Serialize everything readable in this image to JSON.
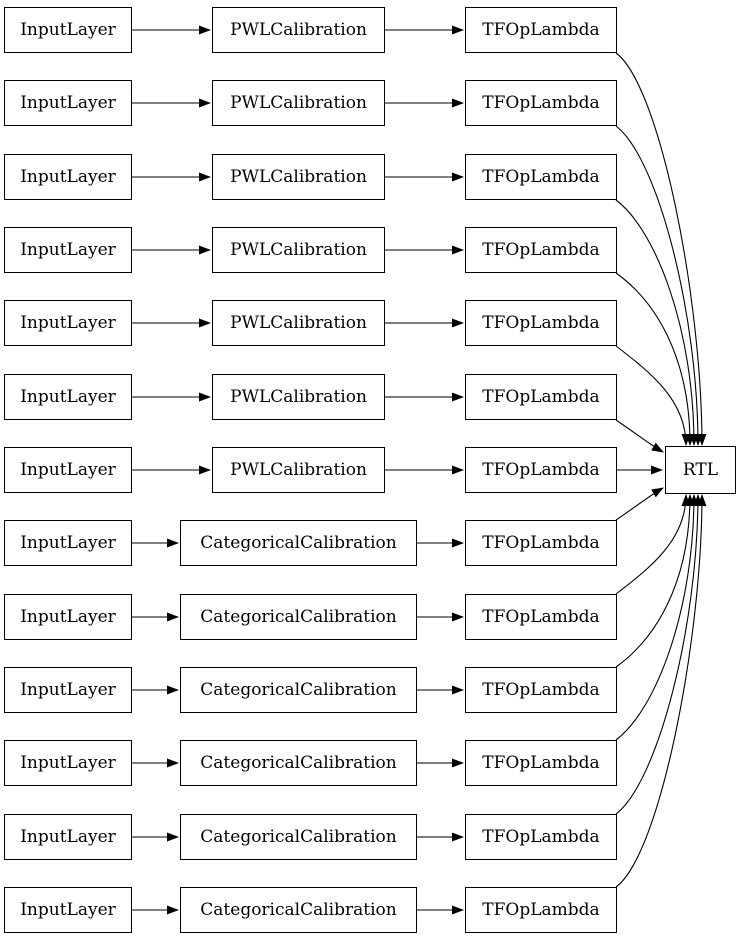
{
  "diagram": {
    "background": "#ffffff",
    "stroke_color": "#000000",
    "text_color": "#000000",
    "rtl": {
      "label": "RTL"
    },
    "rows": [
      {
        "input": "InputLayer",
        "calib": "PWLCalibration",
        "lambda": "TFOpLambda"
      },
      {
        "input": "InputLayer",
        "calib": "PWLCalibration",
        "lambda": "TFOpLambda"
      },
      {
        "input": "InputLayer",
        "calib": "PWLCalibration",
        "lambda": "TFOpLambda"
      },
      {
        "input": "InputLayer",
        "calib": "PWLCalibration",
        "lambda": "TFOpLambda"
      },
      {
        "input": "InputLayer",
        "calib": "PWLCalibration",
        "lambda": "TFOpLambda"
      },
      {
        "input": "InputLayer",
        "calib": "PWLCalibration",
        "lambda": "TFOpLambda"
      },
      {
        "input": "InputLayer",
        "calib": "PWLCalibration",
        "lambda": "TFOpLambda"
      },
      {
        "input": "InputLayer",
        "calib": "CategoricalCalibration",
        "lambda": "TFOpLambda"
      },
      {
        "input": "InputLayer",
        "calib": "CategoricalCalibration",
        "lambda": "TFOpLambda"
      },
      {
        "input": "InputLayer",
        "calib": "CategoricalCalibration",
        "lambda": "TFOpLambda"
      },
      {
        "input": "InputLayer",
        "calib": "CategoricalCalibration",
        "lambda": "TFOpLambda"
      },
      {
        "input": "InputLayer",
        "calib": "CategoricalCalibration",
        "lambda": "TFOpLambda"
      },
      {
        "input": "InputLayer",
        "calib": "CategoricalCalibration",
        "lambda": "TFOpLambda"
      }
    ],
    "edges": [
      [
        "input-0",
        "calib-0"
      ],
      [
        "calib-0",
        "lambda-0"
      ],
      [
        "lambda-0",
        "rtl"
      ],
      [
        "input-1",
        "calib-1"
      ],
      [
        "calib-1",
        "lambda-1"
      ],
      [
        "lambda-1",
        "rtl"
      ],
      [
        "input-2",
        "calib-2"
      ],
      [
        "calib-2",
        "lambda-2"
      ],
      [
        "lambda-2",
        "rtl"
      ],
      [
        "input-3",
        "calib-3"
      ],
      [
        "calib-3",
        "lambda-3"
      ],
      [
        "lambda-3",
        "rtl"
      ],
      [
        "input-4",
        "calib-4"
      ],
      [
        "calib-4",
        "lambda-4"
      ],
      [
        "lambda-4",
        "rtl"
      ],
      [
        "input-5",
        "calib-5"
      ],
      [
        "calib-5",
        "lambda-5"
      ],
      [
        "lambda-5",
        "rtl"
      ],
      [
        "input-6",
        "calib-6"
      ],
      [
        "calib-6",
        "lambda-6"
      ],
      [
        "lambda-6",
        "rtl"
      ],
      [
        "input-7",
        "calib-7"
      ],
      [
        "calib-7",
        "lambda-7"
      ],
      [
        "lambda-7",
        "rtl"
      ],
      [
        "input-8",
        "calib-8"
      ],
      [
        "calib-8",
        "lambda-8"
      ],
      [
        "lambda-8",
        "rtl"
      ],
      [
        "input-9",
        "calib-9"
      ],
      [
        "calib-9",
        "lambda-9"
      ],
      [
        "lambda-9",
        "rtl"
      ],
      [
        "input-10",
        "calib-10"
      ],
      [
        "calib-10",
        "lambda-10"
      ],
      [
        "lambda-10",
        "rtl"
      ],
      [
        "input-11",
        "calib-11"
      ],
      [
        "calib-11",
        "lambda-11"
      ],
      [
        "lambda-11",
        "rtl"
      ],
      [
        "input-12",
        "calib-12"
      ],
      [
        "calib-12",
        "lambda-12"
      ],
      [
        "lambda-12",
        "rtl"
      ]
    ]
  }
}
